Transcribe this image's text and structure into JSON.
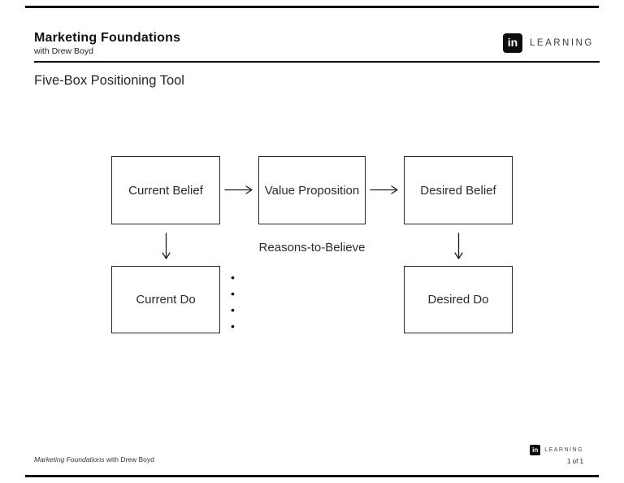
{
  "header": {
    "course_title": "Marketing Foundations",
    "instructor": "with Drew Boyd",
    "brand": {
      "logo_text": "in",
      "brand_name": "LEARNING"
    }
  },
  "page": {
    "title": "Five-Box Positioning Tool"
  },
  "diagram": {
    "boxes": [
      {
        "label": "Current Belief"
      },
      {
        "label": "Value Proposition"
      },
      {
        "label": "Desired Belief"
      },
      {
        "label": "Current Do"
      },
      {
        "label": "Desired Do"
      }
    ],
    "connector_label": "Reasons-to-Believe",
    "bullets": [
      "•",
      "•",
      "•",
      "•"
    ],
    "flow": [
      "Current Belief -> Value Proposition",
      "Value Proposition -> Desired Belief",
      "Current Belief -> Current Do",
      "Desired Belief -> Desired Do"
    ]
  },
  "footer": {
    "course_title_italic": "Marketing Foundations",
    "course_suffix": " with Drew Boyd",
    "brand": {
      "logo_text": "in",
      "brand_name": "LEARNING"
    },
    "page_indicator": "1 of 1"
  },
  "colors": {
    "text": "#2b2b2b",
    "rule": "#0e0e0e",
    "brand_black": "#0d0d0d",
    "background": "#ffffff"
  }
}
